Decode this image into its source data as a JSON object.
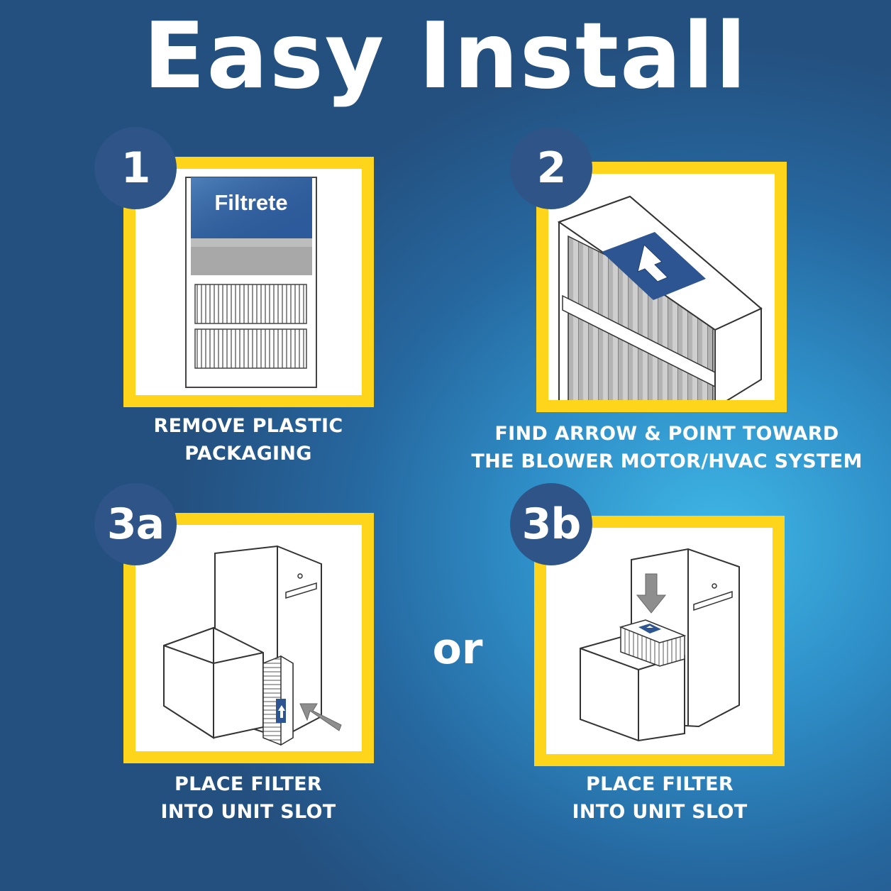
{
  "title": "Easy Install",
  "brand_logo_text": "Filtrete",
  "or_label": "or",
  "colors": {
    "background_dark": "#24507f",
    "background_light": "#3fb7e6",
    "frame_yellow": "#ffd51c",
    "badge_blue": "#2f5488",
    "text": "#ffffff"
  },
  "steps": [
    {
      "badge": "1",
      "lines": [
        "REMOVE PLASTIC",
        "PACKAGING"
      ]
    },
    {
      "badge": "2",
      "lines": [
        "FIND ARROW & POINT TOWARD",
        "THE BLOWER MOTOR/HVAC SYSTEM"
      ]
    },
    {
      "badge": "3a",
      "lines": [
        "PLACE FILTER",
        "INTO UNIT SLOT"
      ]
    },
    {
      "badge": "3b",
      "lines": [
        "PLACE FILTER",
        "INTO UNIT SLOT"
      ]
    }
  ]
}
